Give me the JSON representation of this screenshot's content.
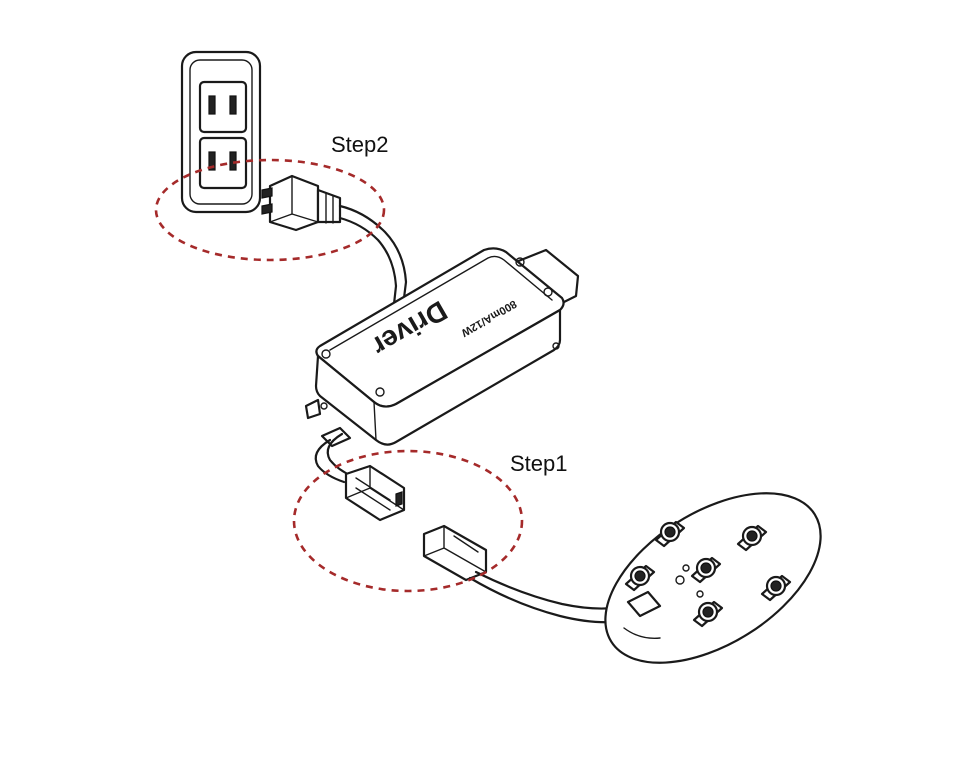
{
  "labels": {
    "step1": "Step1",
    "step2": "Step2",
    "driver_text": "Driver",
    "driver_rating": "800mA/12W"
  },
  "colors": {
    "highlight_dash": "#a52a2a",
    "line": "#1a1a1a",
    "background": "#ffffff"
  }
}
